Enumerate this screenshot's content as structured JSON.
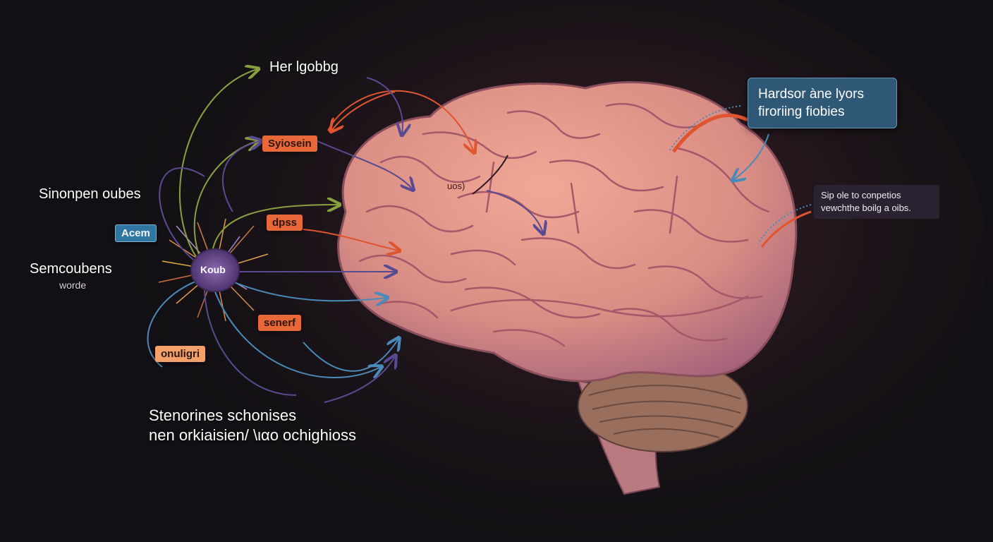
{
  "labels": {
    "top": "Her lgobbg",
    "left_main": "Sinonpen oubes",
    "left_second_line1": "Semcoubens",
    "left_second_line2": "worde",
    "bottom_line1": "Stenorines schonises",
    "bottom_line2": "nen orkiaisien/ \\ιαo ochighioss",
    "hub": "Koub",
    "brain": "uos)"
  },
  "tags": {
    "syosein": "Syiosein",
    "dpss": "dpss",
    "senerf": "senerf",
    "acem": "Acem",
    "onuligri": "onuligri"
  },
  "callouts": {
    "blue_line1": "Hardsor àne lyors",
    "blue_line2": "firoriing fiobies",
    "dark_line1": "Sip ole to conpetios",
    "dark_line2": "vewchthe boilg a oibs."
  },
  "colors": {
    "background": "#121014",
    "brain": "#d98d84",
    "cerebellum": "#9a6e5c",
    "hub": "#6a4a8a",
    "arrow_orange": "#e0552f",
    "arrow_purple": "#5a4a92",
    "arrow_blue": "#4a8ab8",
    "arrow_green": "#8aa040"
  },
  "icons": {
    "hub": "neuron-hub",
    "brain": "brain-illustration"
  }
}
